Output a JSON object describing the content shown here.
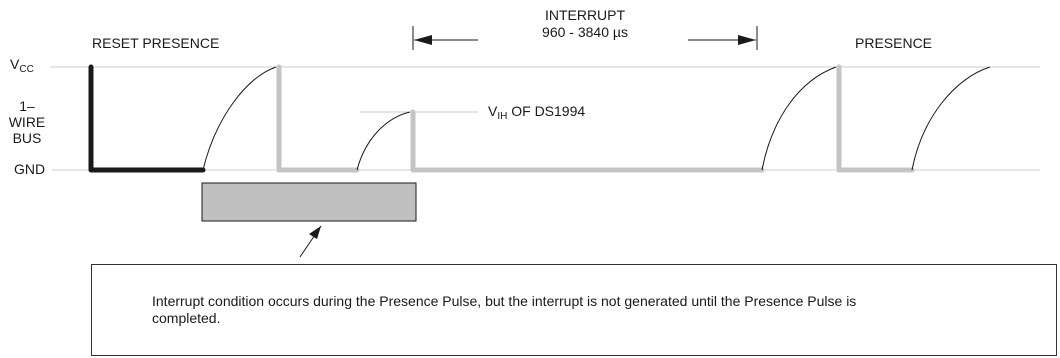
{
  "labels": {
    "vcc_main": "V",
    "vcc_sub": "CC",
    "bus": "1–WIRE\nBUS",
    "gnd": "GND",
    "reset_presence": "RESET PRESENCE",
    "interrupt_title": "INTERRUPT",
    "interrupt_range": "960 - 3840 µs",
    "presence": "PRESENCE",
    "vih_main": "V",
    "vih_sub": "IH",
    "vih_rest": " OF DS1994"
  },
  "note": {
    "text": "Interrupt condition occurs during the Presence Pulse, but the interrupt is not generated until the Presence Pulse is completed."
  },
  "colors": {
    "master_line": "#1a1a1a",
    "device_line": "#c4c4c4",
    "reference_line": "#cccccc",
    "shaded_box": "#c0c0c0",
    "ink": "#1a1a1a"
  }
}
